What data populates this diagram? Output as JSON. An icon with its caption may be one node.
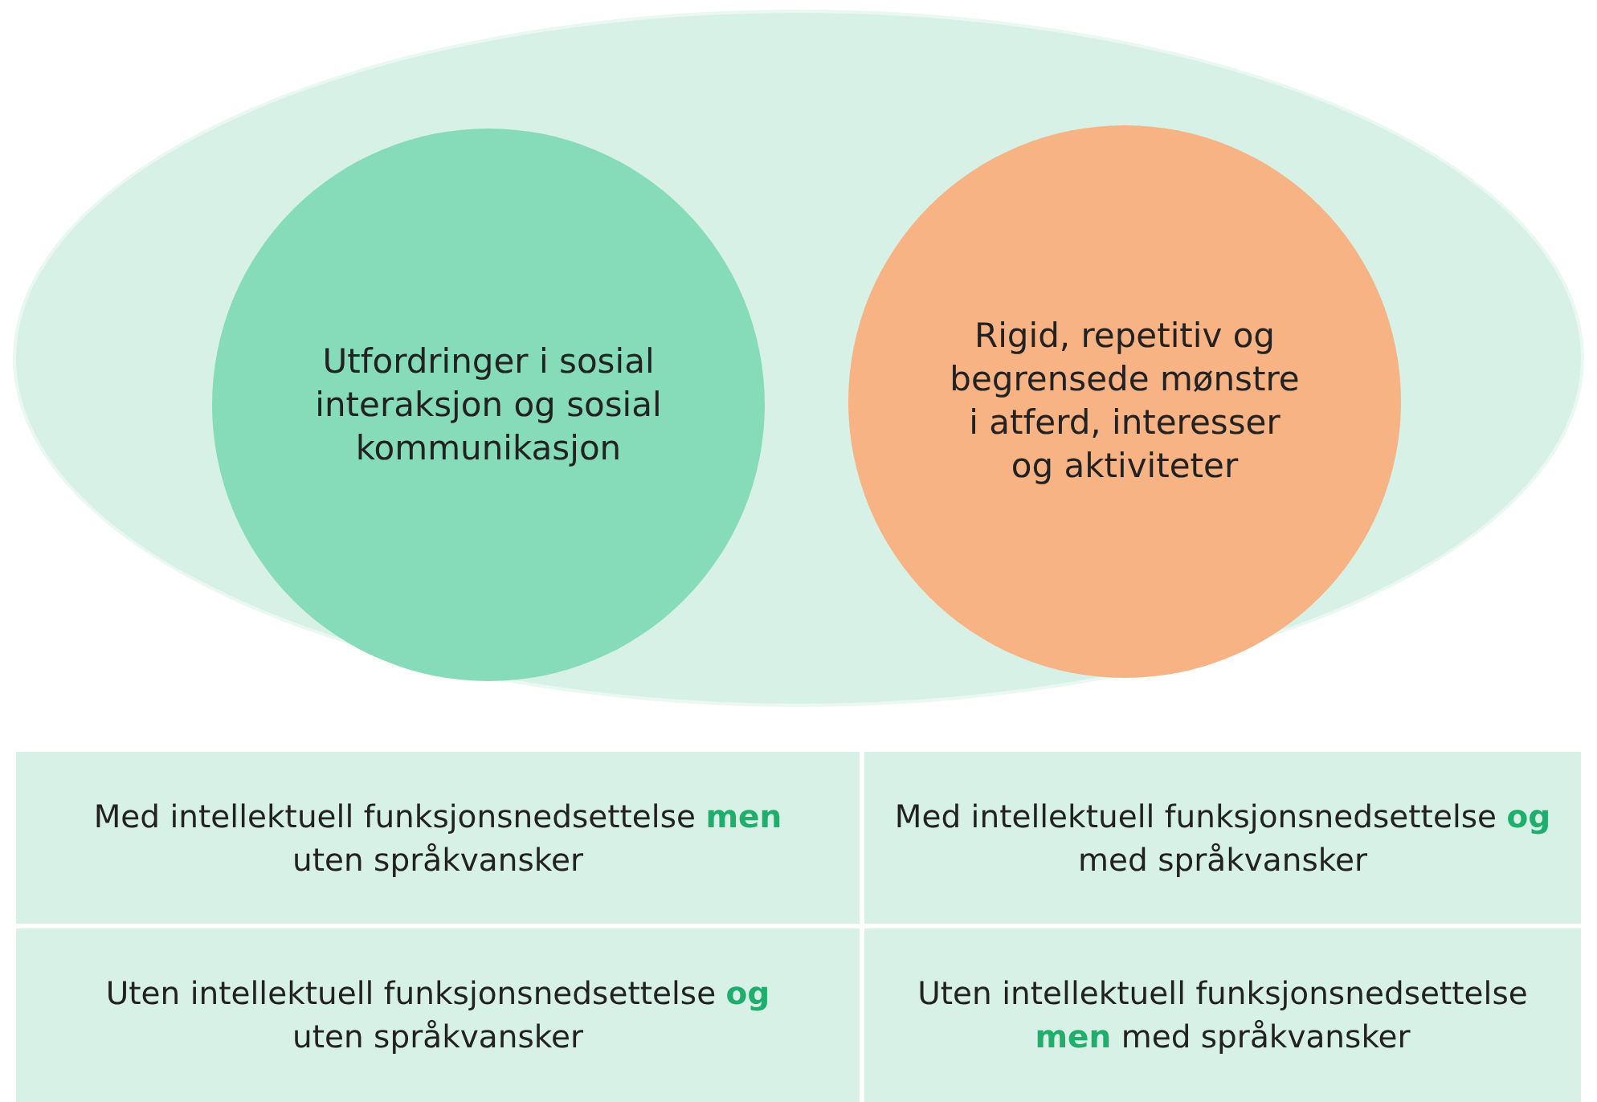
{
  "diagram": {
    "nodes": [
      {
        "text": [],
        "shape": "ellipse"
      },
      {
        "text": [
          "Utfordringer i sosial interaksjon og sosial kommunikasjon"
        ],
        "in": 0
      },
      {
        "text": [
          "Rigid, repetitiv og begrensede mønstre i atferd, interesser og aktiviteter"
        ],
        "in": 0
      }
    ],
    "edges": [],
    "labels": [
      "Med intellektuell funksjonsnedsettelse **men** uten språkvansker",
      "Med intellektuell funksjonsnedsettelse **og** med språkvansker",
      "Uten intellektuell funksjonsnedsettelse **og** uten språkvansker",
      "Uten intellektuell funksjonsnedsettelse **men** med språkvansker"
    ]
  }
}
